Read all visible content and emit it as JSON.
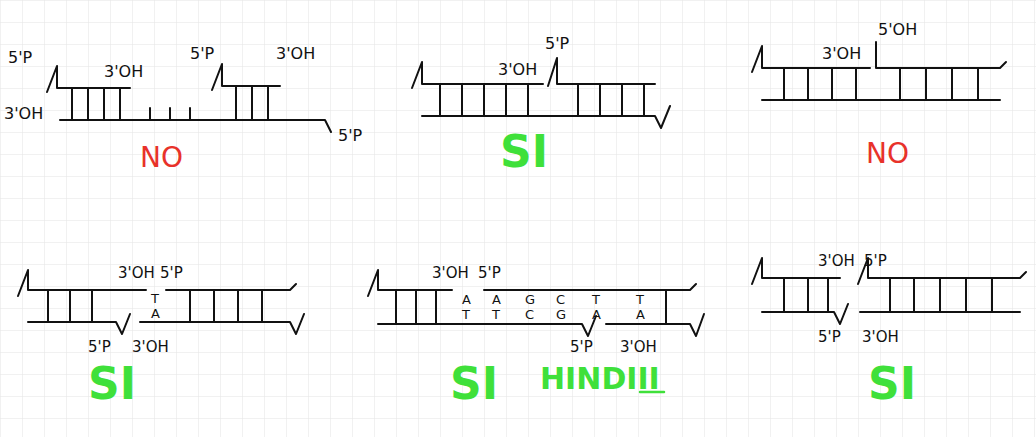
{
  "diagram": {
    "labels": [
      "5'P",
      "3'OH",
      "5'P",
      "3'OH",
      "3'OH",
      "5'P",
      "NO",
      "3'OH",
      "5'P",
      "SI",
      "3'OH",
      "5'OH",
      "NO",
      "3'OH",
      "5'P",
      "T",
      "A",
      "5'P",
      "3'OH",
      "SI",
      "3'OH",
      "5'P",
      "A",
      "T",
      "A",
      "T",
      "G",
      "C",
      "C",
      "G",
      "T",
      "A",
      "T",
      "A",
      "5'P",
      "3'OH",
      "SI",
      "HINDIII",
      "3'OH",
      "5'P",
      "5'P",
      "3'OH",
      "SI"
    ]
  }
}
